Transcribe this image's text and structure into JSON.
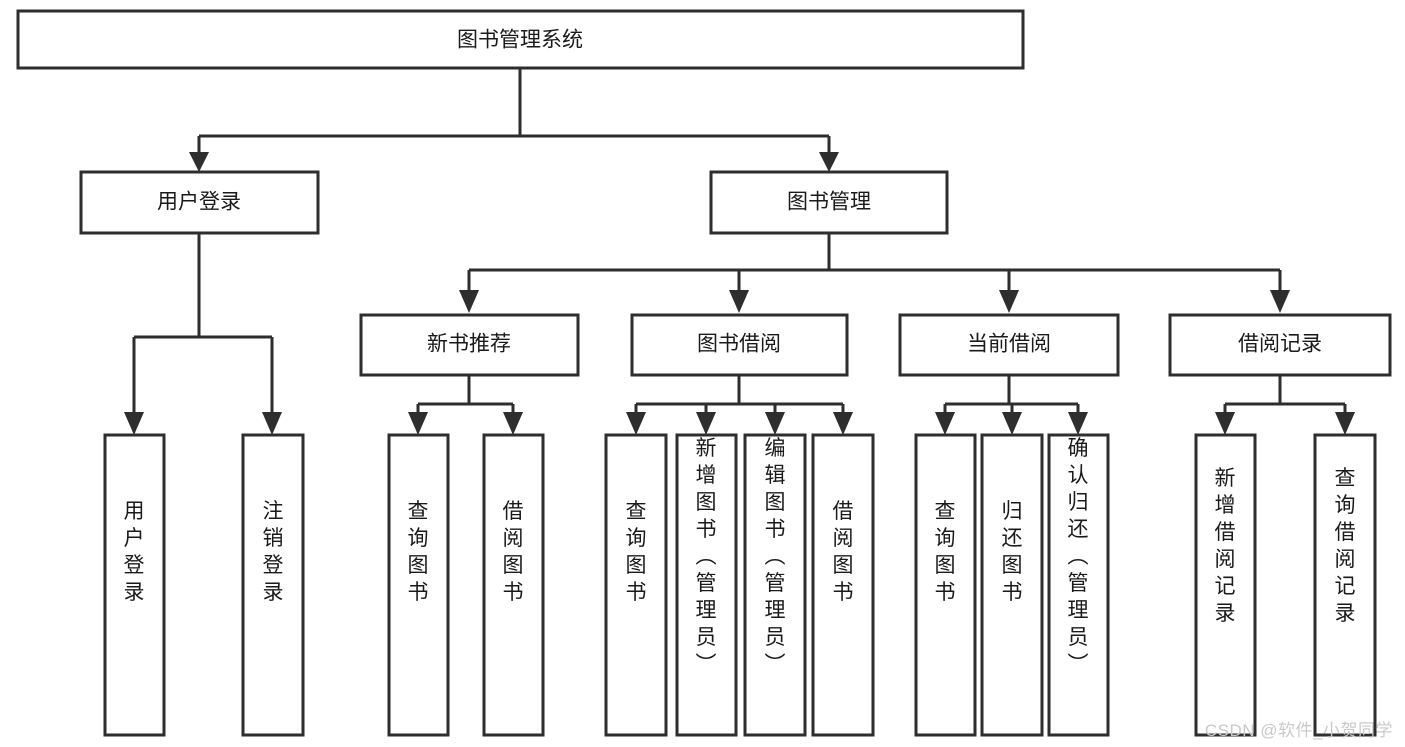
{
  "diagram": {
    "type": "hierarchy-tree",
    "title": "图书管理系统",
    "orientation": "top-down",
    "watermark": "CSDN @软件_小贺同学",
    "colors": {
      "box_stroke": "#2e2e2e",
      "box_fill": "#ffffff",
      "text": "#1a1a1a",
      "background": "#ffffff",
      "watermark": "#c9c9c9"
    },
    "root": {
      "label": "图书管理系统"
    },
    "level2": [
      {
        "id": "user-login",
        "label": "用户登录"
      },
      {
        "id": "book-management",
        "label": "图书管理"
      }
    ],
    "level3": [
      {
        "id": "new-book-recommend",
        "label": "新书推荐",
        "parent": "book-management"
      },
      {
        "id": "book-borrow",
        "label": "图书借阅",
        "parent": "book-management"
      },
      {
        "id": "current-borrow",
        "label": "当前借阅",
        "parent": "book-management"
      },
      {
        "id": "borrow-record",
        "label": "借阅记录",
        "parent": "book-management"
      }
    ],
    "leaves": {
      "user-login": [
        {
          "id": "leaf-user-login",
          "label": "用户登录"
        },
        {
          "id": "leaf-user-logout",
          "label": "注销登录"
        }
      ],
      "new-book-recommend": [
        {
          "id": "leaf-query-book-1",
          "label": "查询图书"
        },
        {
          "id": "leaf-borrow-book-1",
          "label": "借阅图书"
        }
      ],
      "book-borrow": [
        {
          "id": "leaf-query-book-2",
          "label": "查询图书"
        },
        {
          "id": "leaf-add-book",
          "label": "新增图书（管理员）"
        },
        {
          "id": "leaf-edit-book",
          "label": "编辑图书（管理员）"
        },
        {
          "id": "leaf-borrow-book-2",
          "label": "借阅图书"
        }
      ],
      "current-borrow": [
        {
          "id": "leaf-query-book-3",
          "label": "查询图书"
        },
        {
          "id": "leaf-return-book",
          "label": "归还图书"
        },
        {
          "id": "leaf-confirm-return",
          "label": "确认归还（管理员）"
        }
      ],
      "borrow-record": [
        {
          "id": "leaf-add-record",
          "label": "新增借阅记录"
        },
        {
          "id": "leaf-query-record",
          "label": "查询借阅记录"
        }
      ]
    }
  }
}
